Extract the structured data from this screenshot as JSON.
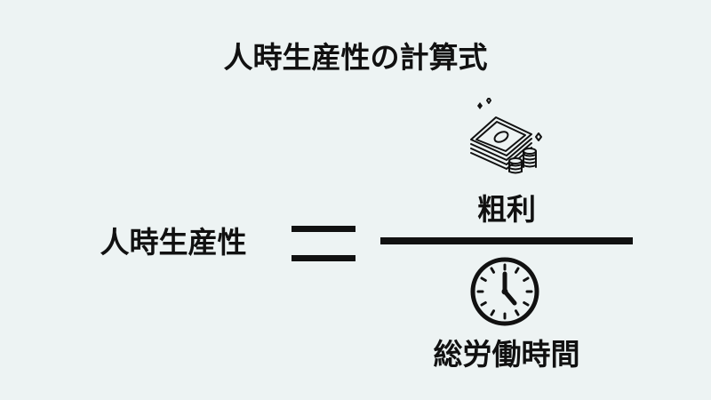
{
  "title": "人時生産性の計算式",
  "formula": {
    "lhs": "人時生産性",
    "numerator": {
      "label": "粗利",
      "icon": "money-stack-icon"
    },
    "denominator": {
      "label": "総労働時間",
      "icon": "clock-icon"
    }
  }
}
